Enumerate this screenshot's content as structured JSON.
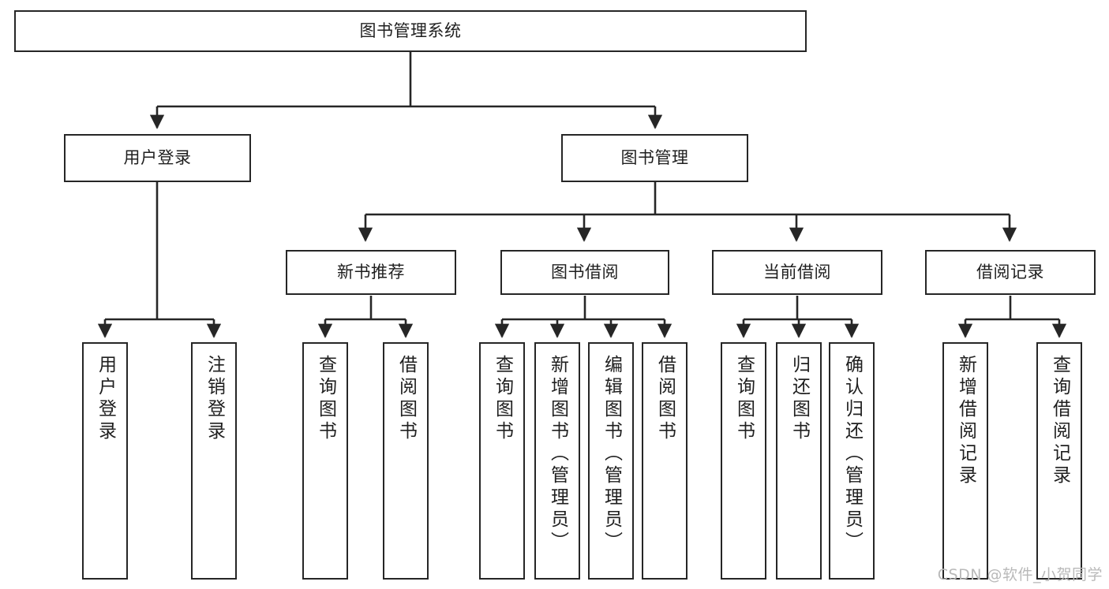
{
  "diagram": {
    "title": "图书管理系统",
    "watermark": "CSDN @软件_小贺同学",
    "nodes": {
      "root": "图书管理系统",
      "l2": {
        "user_login": "用户登录",
        "book_manage": "图书管理"
      },
      "l3": {
        "new_book_rec": "新书推荐",
        "book_borrow": "图书借阅",
        "current_borrow": "当前借阅",
        "borrow_record": "借阅记录"
      },
      "leaves": {
        "user_login_1": "用户登录",
        "user_login_2": "注销登录",
        "new_book_1": "查询图书",
        "new_book_2": "借阅图书",
        "borrow_1": "查询图书",
        "borrow_2": "新增图书（管理员）",
        "borrow_3": "编辑图书（管理员）",
        "borrow_4": "借阅图书",
        "current_1": "查询图书",
        "current_2": "归还图书",
        "current_3": "确认归还（管理员）",
        "record_1": "新增借阅记录",
        "record_2": "查询借阅记录"
      }
    },
    "colors": {
      "stroke": "#262626",
      "fill": "#ffffff",
      "text": "#1f1f1f",
      "watermark": "#b9b9b9"
    }
  }
}
